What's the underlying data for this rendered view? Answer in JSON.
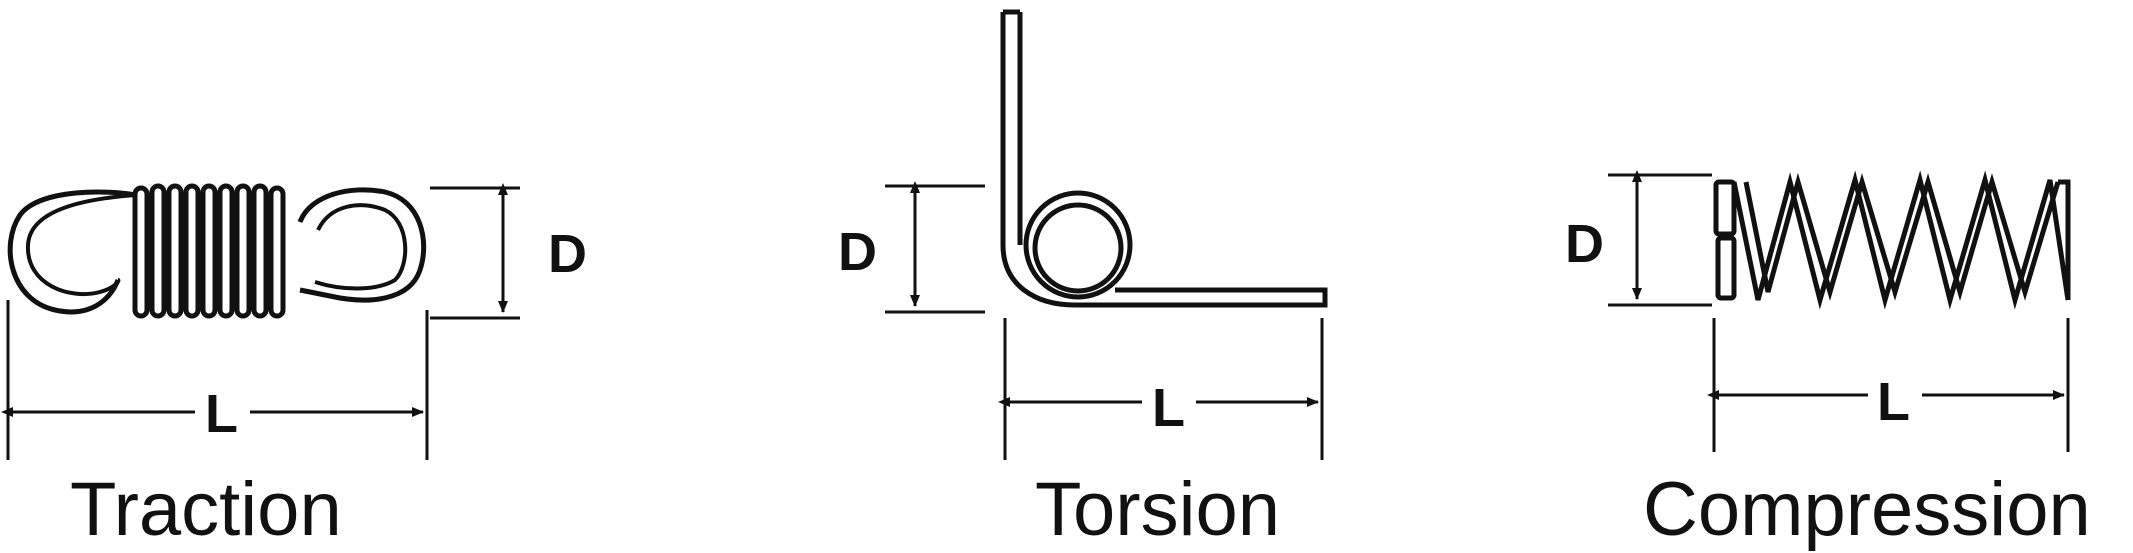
{
  "springs": [
    {
      "id": "traction",
      "caption": "Traction",
      "dim_d": "D",
      "dim_l": "L"
    },
    {
      "id": "torsion",
      "caption": "Torsion",
      "dim_d": "D",
      "dim_l": "L"
    },
    {
      "id": "compression",
      "caption": "Compression",
      "dim_d": "D",
      "dim_l": "L"
    }
  ],
  "colors": {
    "ink": "#111111",
    "background": "#ffffff"
  }
}
